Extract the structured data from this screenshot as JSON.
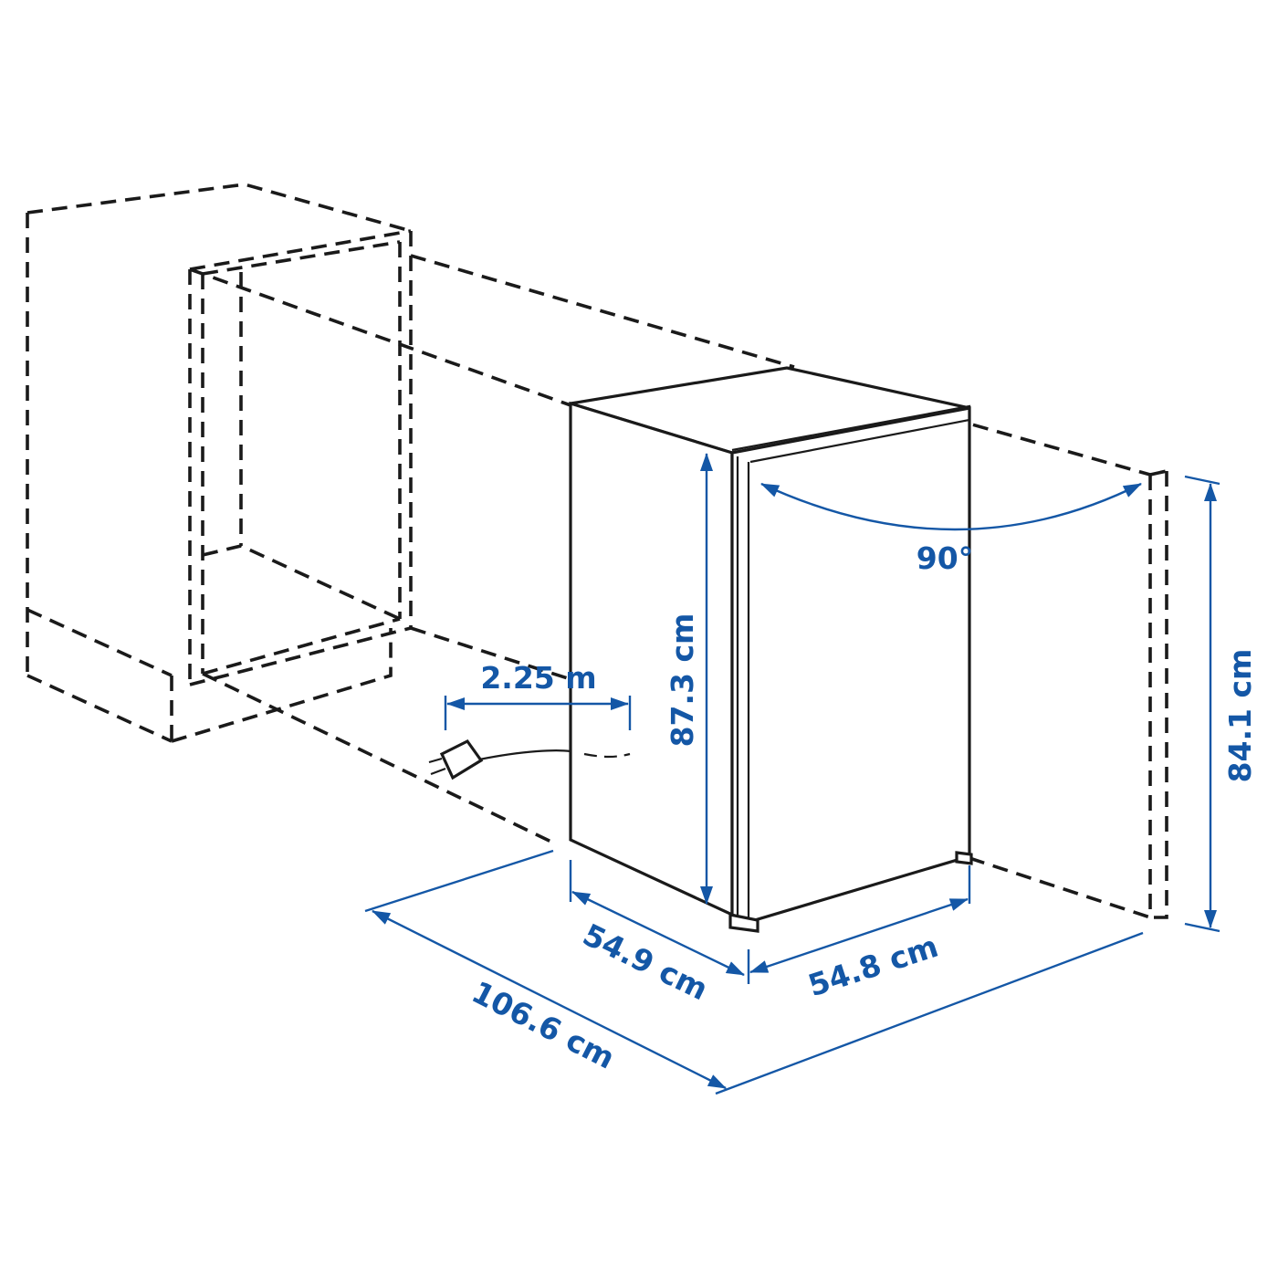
{
  "colors": {
    "dimension": "#1457a6",
    "line": "#1a1a1a",
    "background": "#ffffff"
  },
  "dimensions": {
    "cord_length": "2.25 m",
    "fridge_height": "87.3 cm",
    "niche_height": "84.1 cm",
    "door_angle": "90°",
    "fridge_depth": "54.9 cm",
    "fridge_width": "54.8 cm",
    "total_depth": "106.6 cm"
  }
}
